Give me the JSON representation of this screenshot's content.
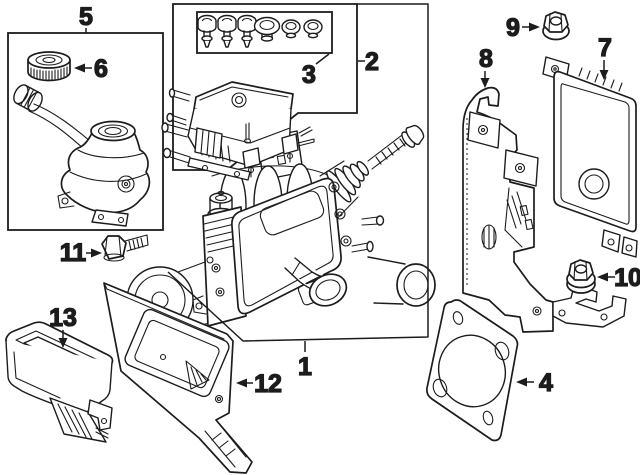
{
  "figure": {
    "kind": "exploded-parts-diagram",
    "paper_color": "#ffffff",
    "ink_color": "#1c1c1c"
  },
  "callouts": [
    {
      "label": "1"
    },
    {
      "label": "2"
    },
    {
      "label": "3"
    },
    {
      "label": "4"
    },
    {
      "label": "5"
    },
    {
      "label": "6"
    },
    {
      "label": "7"
    },
    {
      "label": "8"
    },
    {
      "label": "9"
    },
    {
      "label": "10"
    },
    {
      "label": "11"
    },
    {
      "label": "12"
    },
    {
      "label": "13"
    }
  ]
}
